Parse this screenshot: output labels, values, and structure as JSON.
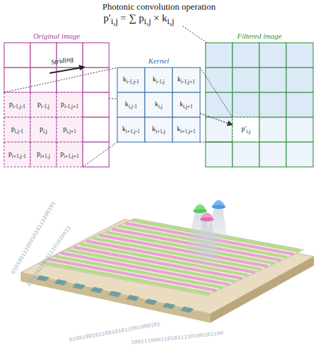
{
  "diagram": {
    "title": "Photonic convolution operation",
    "nodes": [
      {
        "text": [
          "Original image"
        ]
      },
      {
        "text": [
          "pi-1,j-1"
        ],
        "in": 0
      },
      {
        "text": [
          "pi-1,j"
        ],
        "in": 0
      },
      {
        "text": [
          "pi-1,j+1"
        ],
        "in": 0
      },
      {
        "text": [
          "pi,j-1"
        ],
        "in": 0
      },
      {
        "text": [
          "pi,j"
        ],
        "in": 0
      },
      {
        "text": [
          "pi,j+1"
        ],
        "in": 0
      },
      {
        "text": [
          "pi+1,j-1"
        ],
        "in": 0
      },
      {
        "text": [
          "pi+1,j"
        ],
        "in": 0
      },
      {
        "text": [
          "pi+1,j+1"
        ],
        "in": 0
      },
      {
        "text": [
          "Kernel"
        ]
      },
      {
        "text": [
          "ki-1,j-1"
        ],
        "in": 10
      },
      {
        "text": [
          "ki-1,j"
        ],
        "in": 10
      },
      {
        "text": [
          "ki-1,j+1"
        ],
        "in": 10
      },
      {
        "text": [
          "ki,j-1"
        ],
        "in": 10
      },
      {
        "text": [
          "ki,j"
        ],
        "in": 10
      },
      {
        "text": [
          "ki,j+1"
        ],
        "in": 10
      },
      {
        "text": [
          "ki+1,j-1"
        ],
        "in": 10
      },
      {
        "text": [
          "ki+1,j"
        ],
        "in": 10
      },
      {
        "text": [
          "ki+1,j+1"
        ],
        "in": 10
      },
      {
        "text": [
          "Filtered image"
        ]
      },
      {
        "text": [
          "p′i,j"
        ],
        "in": 20
      }
    ],
    "edges": [
      {
        "from": 0,
        "to": 10,
        "arrow": "none"
      },
      {
        "from": 10,
        "to": 21,
        "arrow": "to"
      }
    ],
    "labels": [
      "p′i,j = ∑ pi,j × ki,j",
      "Striding",
      "0101001110001010111000101",
      "1000101100011101010011",
      "0100100101100101011001000101",
      "1001110001101011110100101100"
    ]
  }
}
